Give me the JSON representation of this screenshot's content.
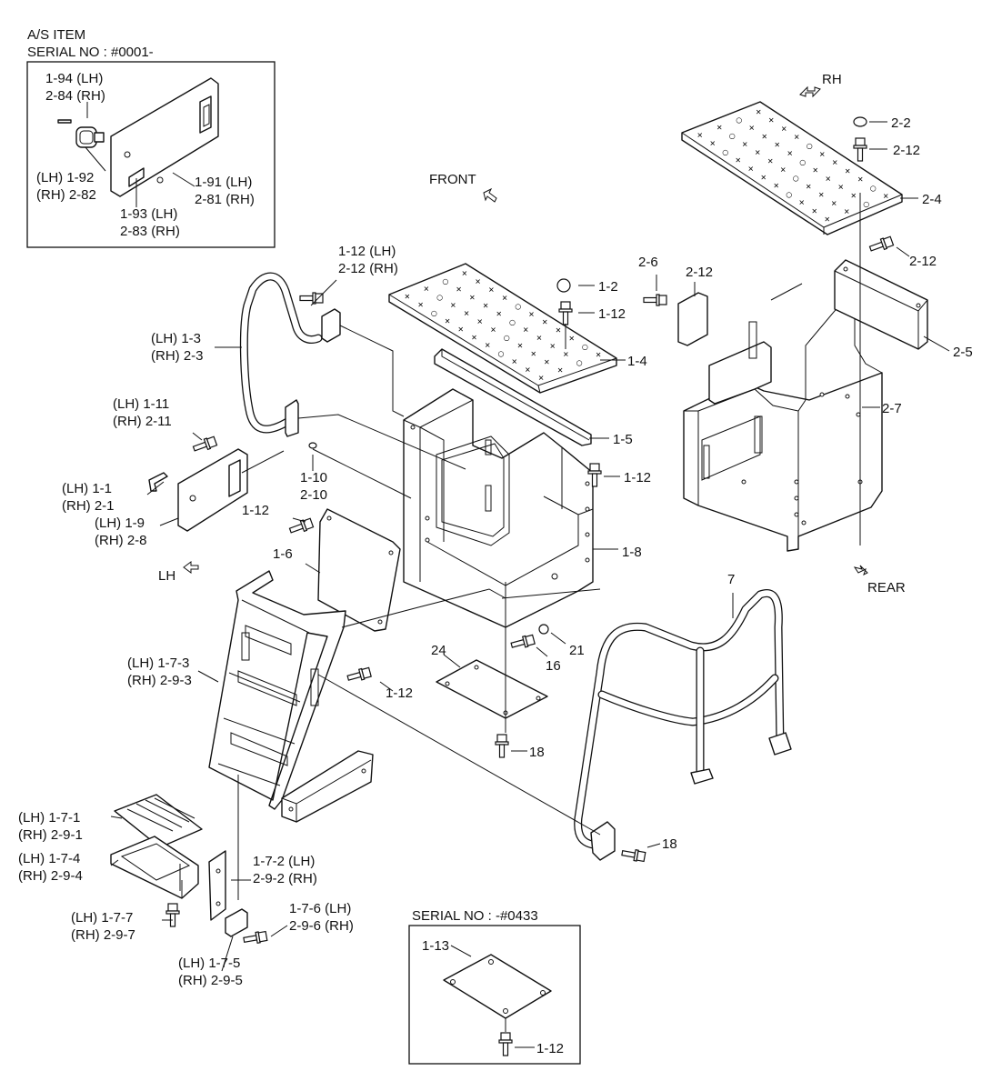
{
  "header": {
    "line1": "A/S ITEM",
    "line2": "SERIAL NO : #0001-"
  },
  "inset_bottom": {
    "title": "SERIAL NO : -#0433",
    "callouts": [
      "1-13",
      "1-12"
    ]
  },
  "directions": {
    "rh": "RH",
    "front": "FRONT",
    "lh": "LH",
    "rear": "REAR"
  },
  "callouts": [
    {
      "lines": [
        "1-94 (LH)",
        "2-84 (RH)"
      ]
    },
    {
      "lines": [
        "(LH) 1-92",
        "(RH) 2-82"
      ]
    },
    {
      "lines": [
        "1-91 (LH)",
        "2-81 (RH)"
      ]
    },
    {
      "lines": [
        "1-93 (LH)",
        "2-83 (RH)"
      ]
    },
    {
      "lines": [
        "1-12 (LH)",
        "2-12 (RH)"
      ]
    },
    {
      "lines": [
        "(LH) 1-3",
        "(RH) 2-3"
      ]
    },
    {
      "lines": [
        "1-2"
      ]
    },
    {
      "lines": [
        "1-12"
      ]
    },
    {
      "lines": [
        "1-4"
      ]
    },
    {
      "lines": [
        "1-5"
      ]
    },
    {
      "lines": [
        "(LH) 1-11",
        "(RH) 2-11"
      ]
    },
    {
      "lines": [
        "1-10",
        "2-10"
      ]
    },
    {
      "lines": [
        "1-12"
      ]
    },
    {
      "lines": [
        "(LH) 1-1",
        "(RH) 2-1"
      ]
    },
    {
      "lines": [
        "(LH) 1-9",
        "(RH) 2-8"
      ]
    },
    {
      "lines": [
        "1-12"
      ]
    },
    {
      "lines": [
        "1-6"
      ]
    },
    {
      "lines": [
        "1-8"
      ]
    },
    {
      "lines": [
        "2-2"
      ]
    },
    {
      "lines": [
        "2-12"
      ]
    },
    {
      "lines": [
        "2-4"
      ]
    },
    {
      "lines": [
        "2-12"
      ]
    },
    {
      "lines": [
        "2-6"
      ]
    },
    {
      "lines": [
        "2-12"
      ]
    },
    {
      "lines": [
        "2-5"
      ]
    },
    {
      "lines": [
        "2-7"
      ]
    },
    {
      "lines": [
        "7"
      ]
    },
    {
      "lines": [
        "(LH) 1-7-3",
        "(RH) 2-9-3"
      ]
    },
    {
      "lines": [
        "1-12"
      ]
    },
    {
      "lines": [
        "24"
      ]
    },
    {
      "lines": [
        "16"
      ]
    },
    {
      "lines": [
        "21"
      ]
    },
    {
      "lines": [
        "18"
      ]
    },
    {
      "lines": [
        "18"
      ]
    },
    {
      "lines": [
        "(LH) 1-7-1",
        "(RH) 2-9-1"
      ]
    },
    {
      "lines": [
        "(LH) 1-7-4",
        "(RH) 2-9-4"
      ]
    },
    {
      "lines": [
        "1-7-2 (LH)",
        "2-9-2 (RH)"
      ]
    },
    {
      "lines": [
        "(LH) 1-7-7",
        "(RH) 2-9-7"
      ]
    },
    {
      "lines": [
        "1-7-6 (LH)",
        "2-9-6 (RH)"
      ]
    },
    {
      "lines": [
        "(LH) 1-7-5",
        "(RH) 2-9-5"
      ]
    }
  ]
}
